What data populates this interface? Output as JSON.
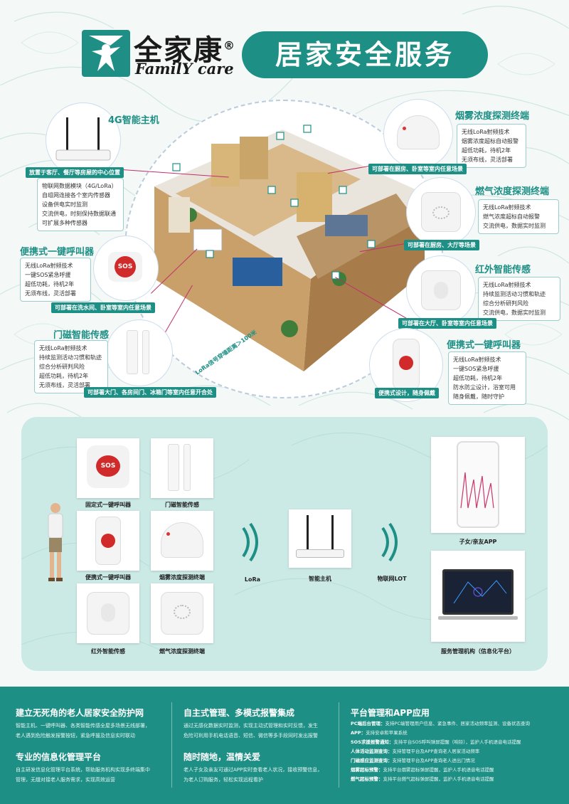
{
  "brand": {
    "name": "全家康",
    "registered": "®",
    "sub": "FamilY care"
  },
  "title": "居家安全服务",
  "features": {
    "host": {
      "title": "4G智能主机",
      "tag": "放置于客厅、餐厅等房屋的中心位置",
      "desc": [
        "物联网数据模块（4G/LoRa）",
        "自组网连接各个室内传感器",
        "设备供电实时监测",
        "交流供电，时刻保持数据联通",
        "可扩展多种传感器"
      ]
    },
    "portable_sos": {
      "title": "便携式一键呼叫器",
      "desc": [
        "无线LoRa射频技术",
        "一键SOS紧急呼援",
        "超低功耗，待机2年",
        "无须布线，灵活部署"
      ],
      "tag": "可部署在洗水间、卧室等室内任意场景",
      "button": "SOS"
    },
    "door": {
      "title": "门磁智能传感",
      "desc": [
        "无线LoRa射频技术",
        "持续监测活动习惯和轨迹",
        "综合分析研判风险",
        "超低功耗，待机2年",
        "无须布线，灵活部署"
      ],
      "tag": "可部署大门、各房间门、冰箱门等室内任意开合处"
    },
    "smoke": {
      "title": "烟雾浓度探测终端",
      "desc": [
        "无线LoRa射频技术",
        "烟雾浓度超标自动报警",
        "超低功耗，待机2年",
        "无须布线，灵活部署"
      ],
      "tag": "可部署在厨房、卧室等室内任意场景"
    },
    "gas": {
      "title": "燃气浓度探测终端",
      "desc": [
        "无线LoRa射频技术",
        "燃气浓度超标自动报警",
        "交流供电，数据实时监测"
      ],
      "tag": "可部署在厨房、大厅等场景"
    },
    "ir": {
      "title": "红外智能传感",
      "desc": [
        "无线LoRa射频技术",
        "持续监测活动习惯和轨迹",
        "综合分析研判风险",
        "交流供电，数据实时监测"
      ],
      "tag": "可部署在大厅、卧室等室内任意场景"
    },
    "pendant": {
      "title": "便携式一键呼叫器",
      "desc": [
        "无线LoRa射频技术",
        "一键SOS紧急呼援",
        "超低功耗，待机2年",
        "防水防尘设计，浴室可用",
        "随身佩戴，随时守护"
      ],
      "tag": "便携式设计，随身佩戴"
    },
    "lora_range": "LoRa信号穿墙距离＞100米"
  },
  "panel": {
    "devices": [
      "固定式一键呼叫器",
      "门磁智能传感",
      "便携式一键呼叫器",
      "烟雾浓度探测终端",
      "红外智能传感",
      "燃气浓度探测终端"
    ],
    "lora": "LoRa",
    "host": "智能主机",
    "iot": "物联网LOT",
    "app": "子女/亲友APP",
    "platform": "服务管理机构（信息化平台）",
    "sos": "SOS"
  },
  "footer": {
    "c1": {
      "h1": "建立无死角的老人居家安全防护网",
      "p1": [
        "智能主机、一键呼叫器、各类智能传感全屋多场景无线部署，",
        "老人遇到危险触发报警按钮，紧急呼援及信息实时联动"
      ],
      "h2": "专业的信息化管理平台",
      "p2": [
        "自主研发信息化管理平台系统，帮助服务机构实现多终端集中",
        "管理，无缝对接老人服务需求，实现高效运营"
      ]
    },
    "c2": {
      "h1": "自主式管理、多模式报警集成",
      "p1": [
        "通过无感化数据实时监测，实现主动式管理和实时反馈，发生",
        "危险可利用手机电话语音、短信、微信等多手段同时发出报警"
      ],
      "h2": "随时随地，温情关爱",
      "p2": [
        "老人子女及亲友可通过APP实时查看老人状况，接收预警信息，",
        "为老人订购服务，轻松实现远程看护"
      ]
    },
    "c3": {
      "h": "平台管理和APP应用",
      "rows": [
        {
          "k": "PC端后台管理：",
          "v": "支持PC端管理用户信息、紧急事件、居家活动频率监测、设备状态查询"
        },
        {
          "k": "APP：",
          "v": "支持安卓和苹果系统"
        },
        {
          "k": "SOS求援报警通知：",
          "v": "支持平台SOS呼叫弹屏提醒（响铃），监护人手机语音电话提醒"
        },
        {
          "k": "人体活动监测查询：",
          "v": "支持管理平台及APP查询老人居家活动频率"
        },
        {
          "k": "门磁感应监测查询：",
          "v": "支持管理平台及APP查询老人进出门情况"
        },
        {
          "k": "烟雾超标预警：",
          "v": "支持平台烟雾超标弹屏提醒，监护人手机语音电话提醒"
        },
        {
          "k": "燃气超标预警：",
          "v": "支持平台燃气超标弹屏提醒，监护人手机语音电话提醒"
        }
      ]
    }
  }
}
